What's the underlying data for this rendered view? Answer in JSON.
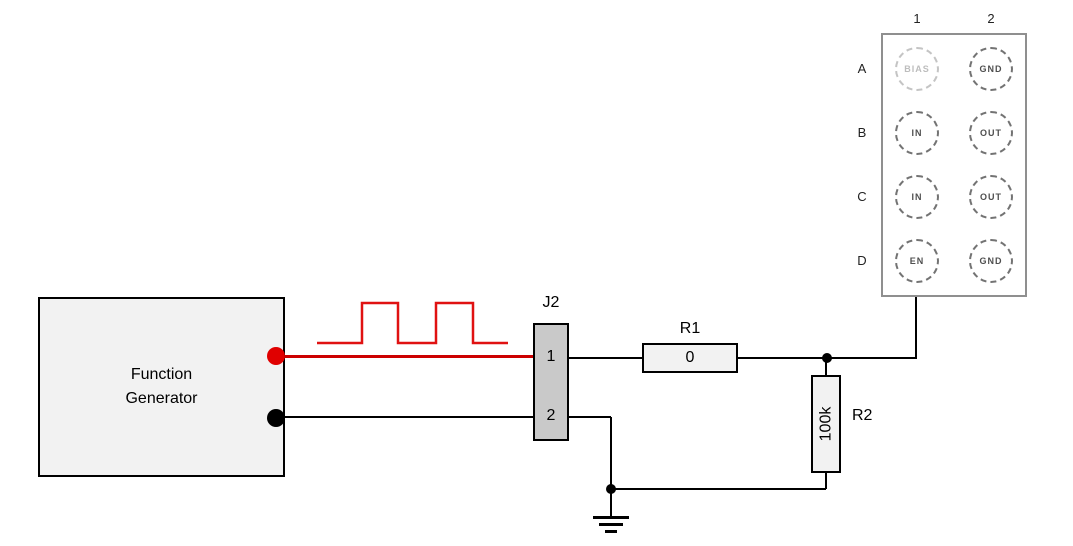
{
  "function_generator": {
    "line1": "Function",
    "line2": "Generator"
  },
  "connector_j2": {
    "label": "J2",
    "pins": [
      {
        "number": "1"
      },
      {
        "number": "2"
      }
    ]
  },
  "resistor_r1": {
    "label": "R1",
    "value": "0"
  },
  "resistor_r2": {
    "label": "R2",
    "value": "100k"
  },
  "pin_grid": {
    "column_headers": [
      "1",
      "2"
    ],
    "row_labels": [
      "A",
      "B",
      "C",
      "D"
    ],
    "cells": [
      {
        "row": "A",
        "col": "1",
        "label": "BIAS",
        "dimmed": true,
        "shaded": true
      },
      {
        "row": "A",
        "col": "2",
        "label": "GND"
      },
      {
        "row": "B",
        "col": "1",
        "label": "IN"
      },
      {
        "row": "B",
        "col": "2",
        "label": "OUT"
      },
      {
        "row": "C",
        "col": "1",
        "label": "IN"
      },
      {
        "row": "C",
        "col": "2",
        "label": "OUT"
      },
      {
        "row": "D",
        "col": "1",
        "label": "EN"
      },
      {
        "row": "D",
        "col": "2",
        "label": "GND"
      }
    ]
  },
  "colors": {
    "signal_red": "#e01212",
    "wire_red": "#cc0000",
    "terminal_red": "#e00000",
    "component_fill": "#f2f2f2",
    "connector_fill": "#c9c9c9",
    "grid_border": "#8f8f8f",
    "wire_black": "#000000"
  }
}
